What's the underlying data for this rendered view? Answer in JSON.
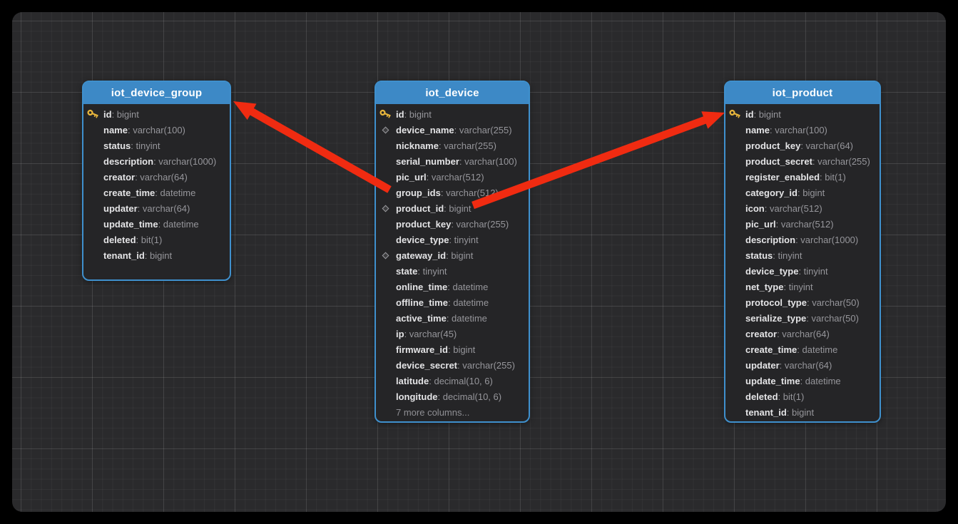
{
  "colors": {
    "frame_bg": "#000000",
    "canvas_bg": "#2a2a2c",
    "table_header_bg": "#3d89c6",
    "table_border": "#3f90cd",
    "table_body_bg": "#252527",
    "column_name_text": "#e4e4e6",
    "column_type_text": "#96969b",
    "primary_key_icon": "#e9b63c",
    "relationship_arrow": "#f02b11"
  },
  "tables": [
    {
      "title": "iot_device_group",
      "columns": [
        {
          "name": "id",
          "type": "bigint",
          "icon": "key-icon"
        },
        {
          "name": "name",
          "type": "varchar(100)",
          "icon": null
        },
        {
          "name": "status",
          "type": "tinyint",
          "icon": null
        },
        {
          "name": "description",
          "type": "varchar(1000)",
          "icon": null
        },
        {
          "name": "creator",
          "type": "varchar(64)",
          "icon": null
        },
        {
          "name": "create_time",
          "type": "datetime",
          "icon": null
        },
        {
          "name": "updater",
          "type": "varchar(64)",
          "icon": null
        },
        {
          "name": "update_time",
          "type": "datetime",
          "icon": null
        },
        {
          "name": "deleted",
          "type": "bit(1)",
          "icon": null
        },
        {
          "name": "tenant_id",
          "type": "bigint",
          "icon": null
        }
      ]
    },
    {
      "title": "iot_device",
      "columns": [
        {
          "name": "id",
          "type": "bigint",
          "icon": "key-icon"
        },
        {
          "name": "device_name",
          "type": "varchar(255)",
          "icon": "diamond-icon"
        },
        {
          "name": "nickname",
          "type": "varchar(255)",
          "icon": null
        },
        {
          "name": "serial_number",
          "type": "varchar(100)",
          "icon": null
        },
        {
          "name": "pic_url",
          "type": "varchar(512)",
          "icon": null
        },
        {
          "name": "group_ids",
          "type": "varchar(512)",
          "icon": null
        },
        {
          "name": "product_id",
          "type": "bigint",
          "icon": "diamond-icon"
        },
        {
          "name": "product_key",
          "type": "varchar(255)",
          "icon": null
        },
        {
          "name": "device_type",
          "type": "tinyint",
          "icon": null
        },
        {
          "name": "gateway_id",
          "type": "bigint",
          "icon": "diamond-icon"
        },
        {
          "name": "state",
          "type": "tinyint",
          "icon": null
        },
        {
          "name": "online_time",
          "type": "datetime",
          "icon": null
        },
        {
          "name": "offline_time",
          "type": "datetime",
          "icon": null
        },
        {
          "name": "active_time",
          "type": "datetime",
          "icon": null
        },
        {
          "name": "ip",
          "type": "varchar(45)",
          "icon": null
        },
        {
          "name": "firmware_id",
          "type": "bigint",
          "icon": null
        },
        {
          "name": "device_secret",
          "type": "varchar(255)",
          "icon": null
        },
        {
          "name": "latitude",
          "type": "decimal(10, 6)",
          "icon": null
        },
        {
          "name": "longitude",
          "type": "decimal(10, 6)",
          "icon": null
        },
        {
          "kind": "more",
          "label": "7 more columns..."
        }
      ]
    },
    {
      "title": "iot_product",
      "columns": [
        {
          "name": "id",
          "type": "bigint",
          "icon": "key-icon"
        },
        {
          "name": "name",
          "type": "varchar(100)",
          "icon": null
        },
        {
          "name": "product_key",
          "type": "varchar(64)",
          "icon": null
        },
        {
          "name": "product_secret",
          "type": "varchar(255)",
          "icon": null
        },
        {
          "name": "register_enabled",
          "type": "bit(1)",
          "icon": null
        },
        {
          "name": "category_id",
          "type": "bigint",
          "icon": null
        },
        {
          "name": "icon",
          "type": "varchar(512)",
          "icon": null
        },
        {
          "name": "pic_url",
          "type": "varchar(512)",
          "icon": null
        },
        {
          "name": "description",
          "type": "varchar(1000)",
          "icon": null
        },
        {
          "name": "status",
          "type": "tinyint",
          "icon": null
        },
        {
          "name": "device_type",
          "type": "tinyint",
          "icon": null
        },
        {
          "name": "net_type",
          "type": "tinyint",
          "icon": null
        },
        {
          "name": "protocol_type",
          "type": "varchar(50)",
          "icon": null
        },
        {
          "name": "serialize_type",
          "type": "varchar(50)",
          "icon": null
        },
        {
          "name": "creator",
          "type": "varchar(64)",
          "icon": null
        },
        {
          "name": "create_time",
          "type": "datetime",
          "icon": null
        },
        {
          "name": "updater",
          "type": "varchar(64)",
          "icon": null
        },
        {
          "name": "update_time",
          "type": "datetime",
          "icon": null
        },
        {
          "name": "deleted",
          "type": "bit(1)",
          "icon": null
        },
        {
          "name": "tenant_id",
          "type": "bigint",
          "icon": null
        }
      ]
    }
  ],
  "relationships": [
    {
      "from": "iot_device.group_ids",
      "to": "iot_device_group",
      "color": "#f02b11"
    },
    {
      "from": "iot_device.product_id",
      "to": "iot_product.id",
      "color": "#f02b11"
    }
  ]
}
